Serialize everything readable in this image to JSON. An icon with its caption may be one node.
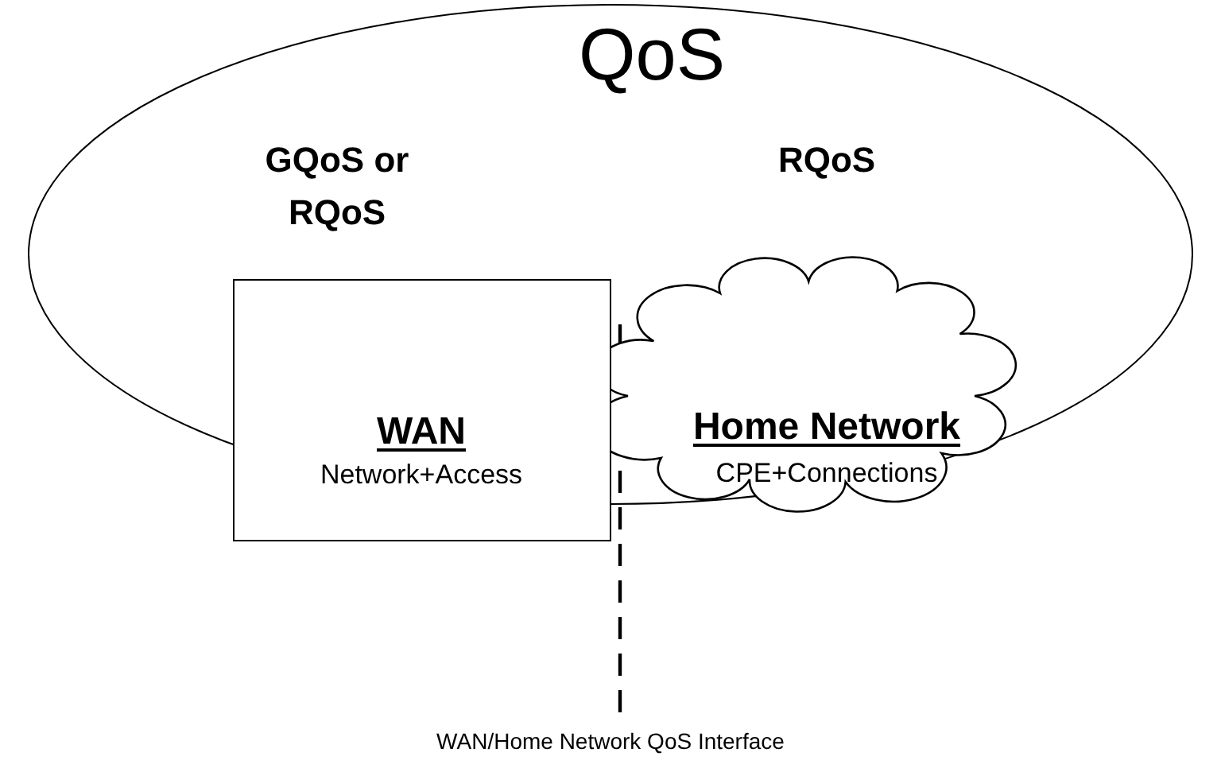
{
  "diagram": {
    "nodes": [
      {
        "text": [
          "QoS"
        ]
      },
      {
        "text": [
          "WAN",
          "Network+Access"
        ]
      },
      {
        "text": [
          "Home Network",
          "CPE+Connections"
        ],
        "in": 0
      }
    ],
    "labels": [
      "GQoS or RQoS",
      "RQoS",
      "WAN/Home Network QoS Interface"
    ]
  }
}
